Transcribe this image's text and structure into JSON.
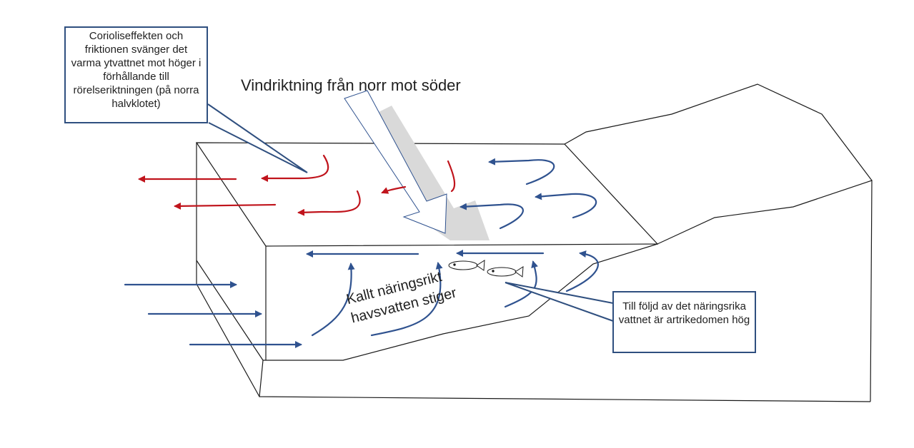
{
  "labels": {
    "wind_direction": "Vindriktning från norr mot söder",
    "upwelling_line1": "Kallt näringsrikt",
    "upwelling_line2": "havsvatten stiger"
  },
  "callouts": {
    "coriolis": "Corioliseffekten och friktionen svänger det varma ytvattnet mot höger i förhållande till rörelseriktningen (på norra halvklotet)",
    "species": "Till följd av det näringsrika vattnet är artrikedomen hög"
  },
  "colors": {
    "warm_water": "#c0141c",
    "cold_water": "#2f528f",
    "outline": "#1a1a1a",
    "wind_shadow": "#d9d9d9",
    "callout_border": "#2f4f7f"
  }
}
